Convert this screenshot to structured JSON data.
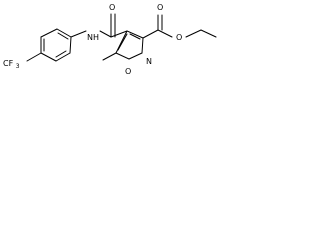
{
  "molecule": {
    "atom_labels": {
      "cf3": "CF",
      "cf3_subscript": "3",
      "amide_nh": "NH",
      "amide_carbonyl_o": "O",
      "ester_carbonyl_o": "O",
      "ester_o": "O",
      "ring_o": "O",
      "ring_n": "N"
    },
    "bond_color": "#000000",
    "label_color": "#000000",
    "background": "#ffffff"
  }
}
